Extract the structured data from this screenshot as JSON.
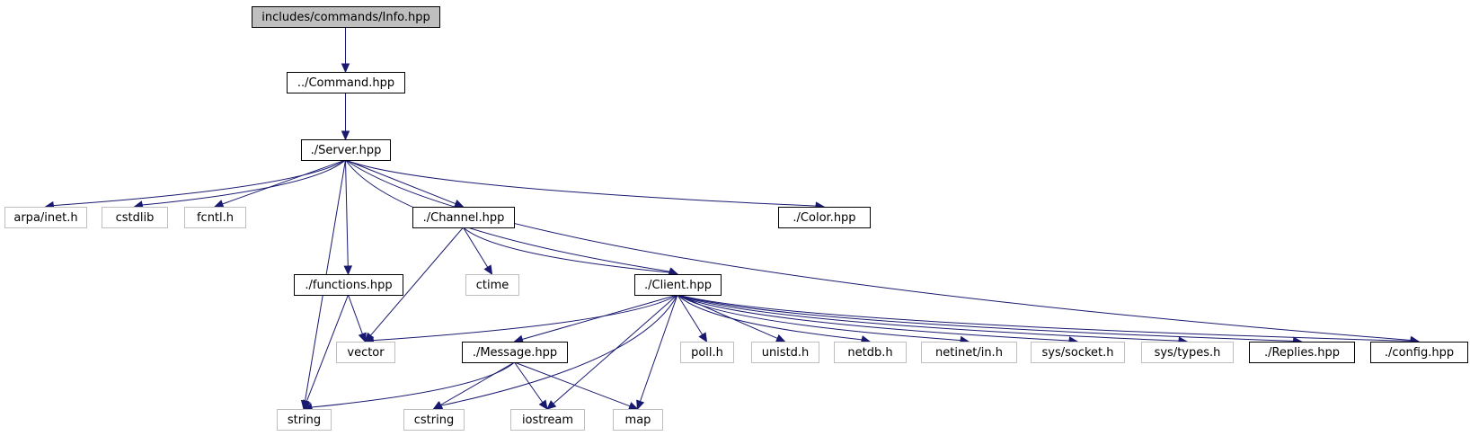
{
  "diagram": {
    "type": "include-dependency-graph",
    "colors": {
      "edge": "#191970",
      "root_fill": "#bfbfbf",
      "project_border": "#000000",
      "system_border": "#bfbfbf"
    },
    "nodes": [
      {
        "id": "info",
        "label": "includes/commands/Info.hpp",
        "kind": "root"
      },
      {
        "id": "command",
        "label": "../Command.hpp",
        "kind": "project"
      },
      {
        "id": "server",
        "label": "./Server.hpp",
        "kind": "project"
      },
      {
        "id": "arpa",
        "label": "arpa/inet.h",
        "kind": "system"
      },
      {
        "id": "cstdlib",
        "label": "cstdlib",
        "kind": "system"
      },
      {
        "id": "fcntl",
        "label": "fcntl.h",
        "kind": "system"
      },
      {
        "id": "channel",
        "label": "./Channel.hpp",
        "kind": "project"
      },
      {
        "id": "color",
        "label": "./Color.hpp",
        "kind": "project"
      },
      {
        "id": "functions",
        "label": "./functions.hpp",
        "kind": "project"
      },
      {
        "id": "ctime",
        "label": "ctime",
        "kind": "system"
      },
      {
        "id": "client",
        "label": "./Client.hpp",
        "kind": "project"
      },
      {
        "id": "vector",
        "label": "vector",
        "kind": "system"
      },
      {
        "id": "message",
        "label": "./Message.hpp",
        "kind": "project"
      },
      {
        "id": "poll",
        "label": "poll.h",
        "kind": "system"
      },
      {
        "id": "unistd",
        "label": "unistd.h",
        "kind": "system"
      },
      {
        "id": "netdb",
        "label": "netdb.h",
        "kind": "system"
      },
      {
        "id": "netinet",
        "label": "netinet/in.h",
        "kind": "system"
      },
      {
        "id": "syssocket",
        "label": "sys/socket.h",
        "kind": "system"
      },
      {
        "id": "systypes",
        "label": "sys/types.h",
        "kind": "system"
      },
      {
        "id": "replies",
        "label": "./Replies.hpp",
        "kind": "project"
      },
      {
        "id": "config",
        "label": "./config.hpp",
        "kind": "project"
      },
      {
        "id": "string",
        "label": "string",
        "kind": "system"
      },
      {
        "id": "cstring",
        "label": "cstring",
        "kind": "system"
      },
      {
        "id": "iostream",
        "label": "iostream",
        "kind": "system"
      },
      {
        "id": "map",
        "label": "map",
        "kind": "system"
      }
    ],
    "edges": [
      {
        "from": "info",
        "to": "command"
      },
      {
        "from": "command",
        "to": "server"
      },
      {
        "from": "server",
        "to": "arpa"
      },
      {
        "from": "server",
        "to": "cstdlib"
      },
      {
        "from": "server",
        "to": "fcntl"
      },
      {
        "from": "server",
        "to": "string"
      },
      {
        "from": "server",
        "to": "functions"
      },
      {
        "from": "server",
        "to": "channel"
      },
      {
        "from": "server",
        "to": "client"
      },
      {
        "from": "server",
        "to": "color"
      },
      {
        "from": "server",
        "to": "config"
      },
      {
        "from": "channel",
        "to": "vector"
      },
      {
        "from": "channel",
        "to": "ctime"
      },
      {
        "from": "channel",
        "to": "client"
      },
      {
        "from": "functions",
        "to": "vector"
      },
      {
        "from": "functions",
        "to": "string"
      },
      {
        "from": "client",
        "to": "vector"
      },
      {
        "from": "client",
        "to": "cstring"
      },
      {
        "from": "client",
        "to": "message"
      },
      {
        "from": "client",
        "to": "iostream"
      },
      {
        "from": "client",
        "to": "map"
      },
      {
        "from": "client",
        "to": "poll"
      },
      {
        "from": "client",
        "to": "unistd"
      },
      {
        "from": "client",
        "to": "netdb"
      },
      {
        "from": "client",
        "to": "netinet"
      },
      {
        "from": "client",
        "to": "syssocket"
      },
      {
        "from": "client",
        "to": "systypes"
      },
      {
        "from": "client",
        "to": "replies"
      },
      {
        "from": "client",
        "to": "config"
      },
      {
        "from": "message",
        "to": "string"
      },
      {
        "from": "message",
        "to": "cstring"
      },
      {
        "from": "message",
        "to": "iostream"
      },
      {
        "from": "message",
        "to": "map"
      }
    ]
  }
}
